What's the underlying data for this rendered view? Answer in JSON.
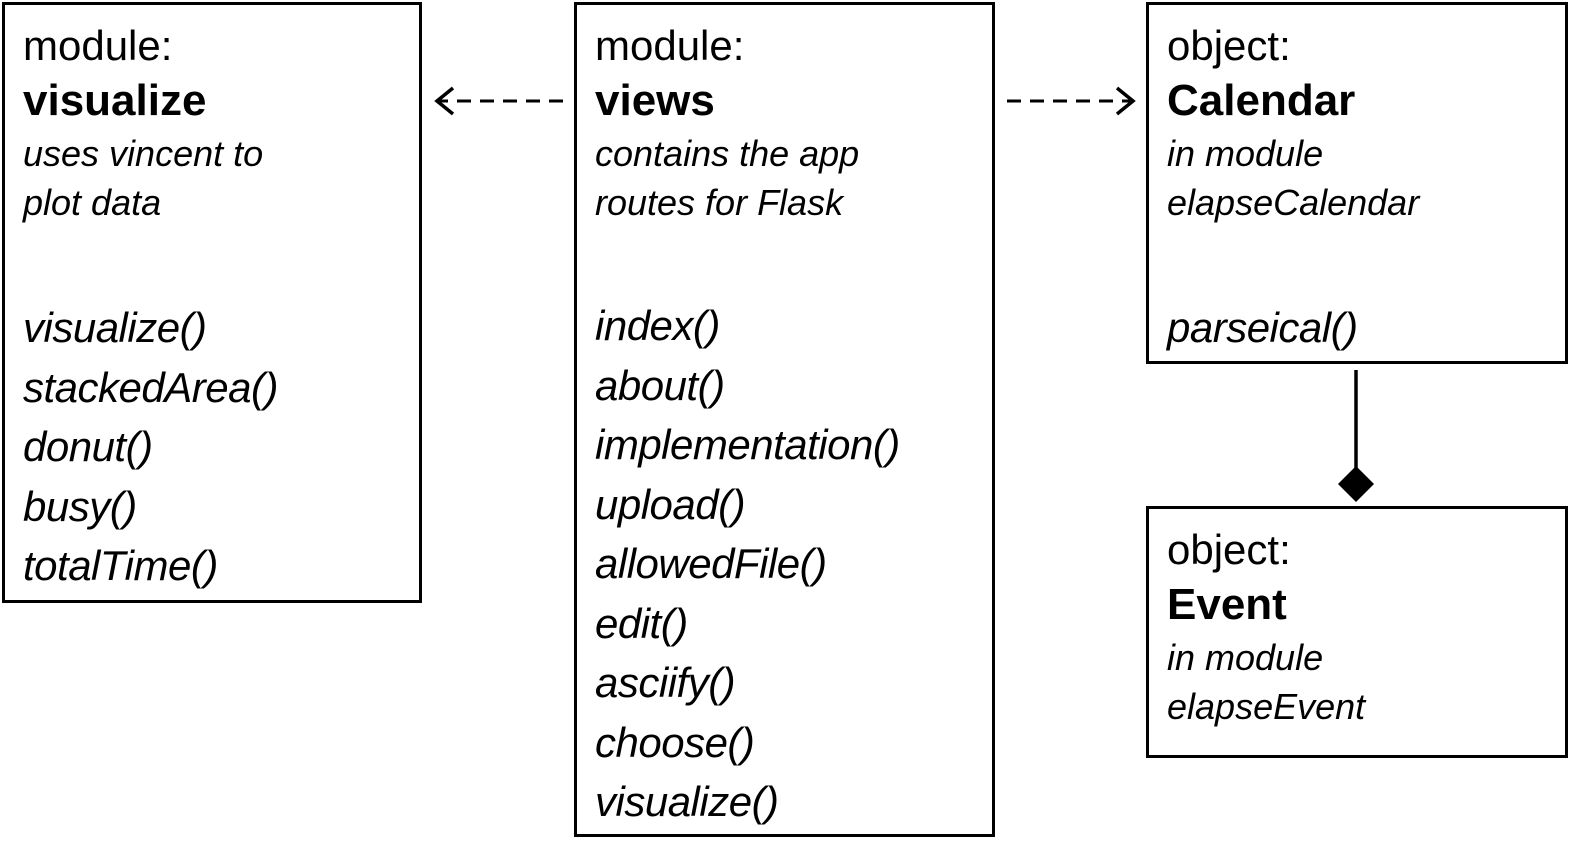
{
  "modules": {
    "visualize": {
      "kind": "module:",
      "name": "visualize",
      "description": [
        "uses vincent to",
        "plot data"
      ],
      "methods": [
        "visualize()",
        "stackedArea()",
        "donut()",
        "busy()",
        "totalTime()"
      ]
    },
    "views": {
      "kind": "module:",
      "name": "views",
      "description": [
        "contains the app",
        "routes for Flask"
      ],
      "methods": [
        "index()",
        "about()",
        "implementation()",
        "upload()",
        "allowedFile()",
        "edit()",
        "asciify()",
        "choose()",
        "visualize()"
      ]
    }
  },
  "objects": {
    "calendar": {
      "kind": "object:",
      "name": "Calendar",
      "description": [
        "in module",
        "elapseCalendar"
      ],
      "methods": [
        "parseical()"
      ]
    },
    "event": {
      "kind": "object:",
      "name": "Event",
      "description": [
        "in module",
        "elapseEvent"
      ]
    }
  },
  "relations": [
    {
      "from": "views",
      "to": "visualize",
      "type": "dependency"
    },
    {
      "from": "views",
      "to": "Calendar",
      "type": "dependency"
    },
    {
      "from": "Calendar",
      "to": "Event",
      "type": "composition"
    }
  ]
}
